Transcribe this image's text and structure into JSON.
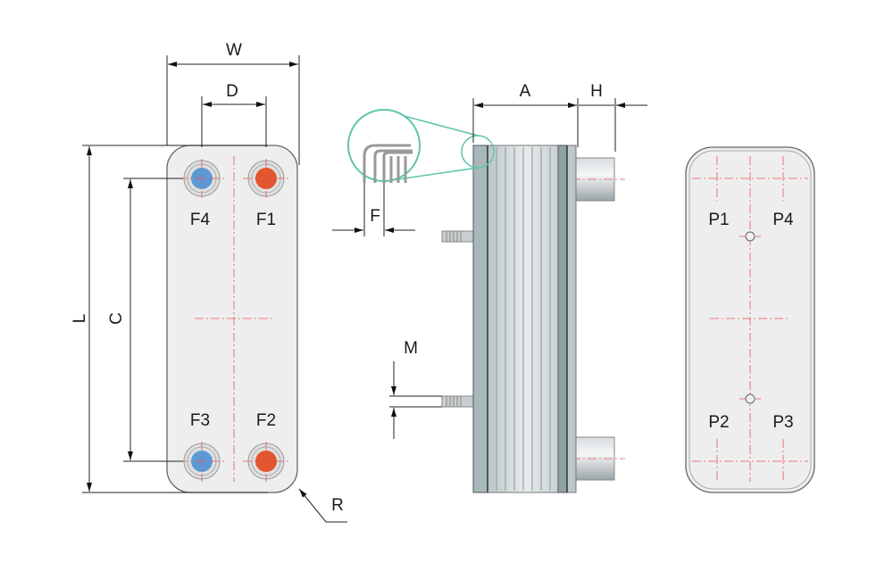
{
  "front_view": {
    "ports": [
      "F4",
      "F1",
      "F3",
      "F2"
    ],
    "dimensions": {
      "width": "W",
      "port_spacing_horizontal": "D",
      "length": "L",
      "port_spacing_vertical": "C",
      "radius": "R"
    }
  },
  "side_view": {
    "dimensions": {
      "pack_depth": "A",
      "connection_height": "H",
      "plate_detail": "F",
      "stud": "M"
    }
  },
  "back_view": {
    "ports": [
      "P1",
      "P4",
      "P2",
      "P3"
    ]
  },
  "colors": {
    "inlet_blue": "#5b9bd5",
    "outlet_orange": "#e2562e",
    "centerline": "#e8545a",
    "magnifier": "#5ec4ad"
  }
}
